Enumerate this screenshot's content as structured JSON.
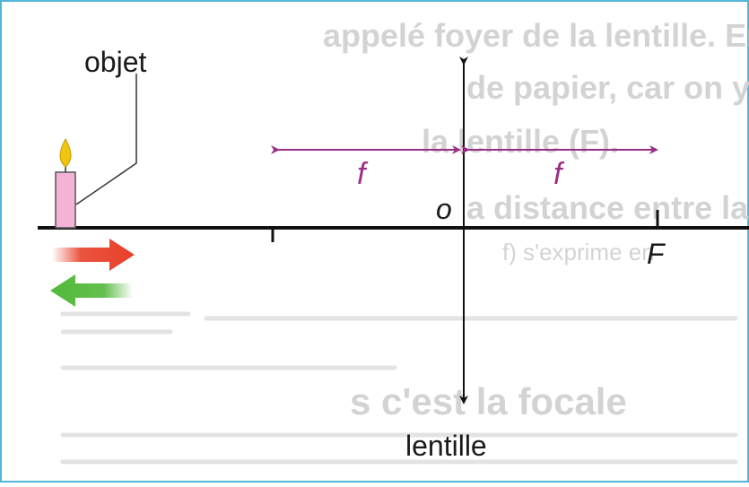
{
  "labels": {
    "object": "objet",
    "center": "o",
    "focal_left": "f",
    "focal_right": "f",
    "focus": "F",
    "lens": "lentille"
  },
  "bleed_text": [
    "appelé foyer de la lentille. En",
    "de papier, car on y concentre l'én",
    "la lentille (F).",
    "a distance entre la lentille et le",
    "f) s'exprime en",
    "s c'est la focale"
  ],
  "colors": {
    "frame": "#52b6d6",
    "axis": "#111111",
    "focal_arrow": "#9b2e86",
    "candle_body": "#f3b3d4",
    "flame": "#f1c40f",
    "red_arrow": "#e8402a",
    "green_arrow": "#52b83a"
  }
}
